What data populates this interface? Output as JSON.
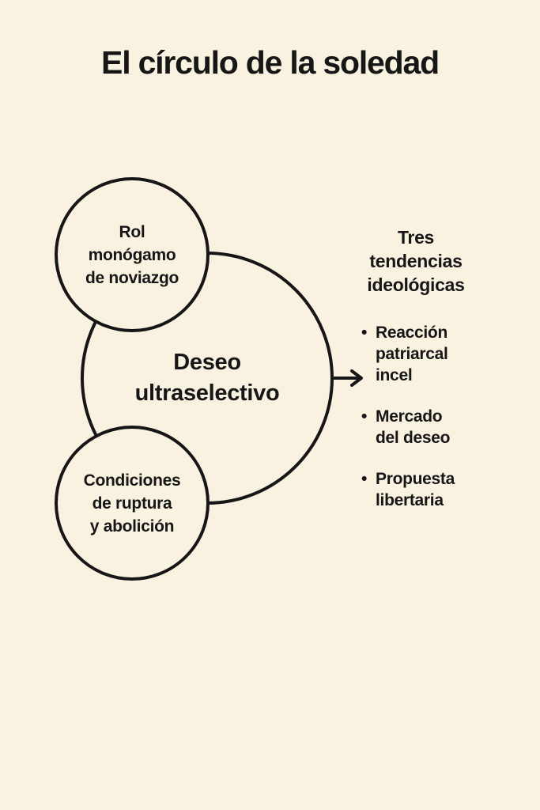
{
  "title": "El círculo de la soledad",
  "colors": {
    "background": "#faf2e1",
    "ink": "#161616"
  },
  "diagram": {
    "main_circle": {
      "label": "Deseo\nultraselectivo"
    },
    "top_circle": {
      "label": "Rol\nmonógamo\nde noviazgo"
    },
    "bottom_circle": {
      "label": "Condiciones\nde ruptura\ny abolición"
    }
  },
  "right_column": {
    "heading": "Tres\ntendencias\nideológicas",
    "bullet_glyph": "•",
    "items": [
      {
        "label": "Reacción\npatriarcal\nincel"
      },
      {
        "label": "Mercado\ndel deseo"
      },
      {
        "label": "Propuesta\nlibertaria"
      }
    ]
  }
}
